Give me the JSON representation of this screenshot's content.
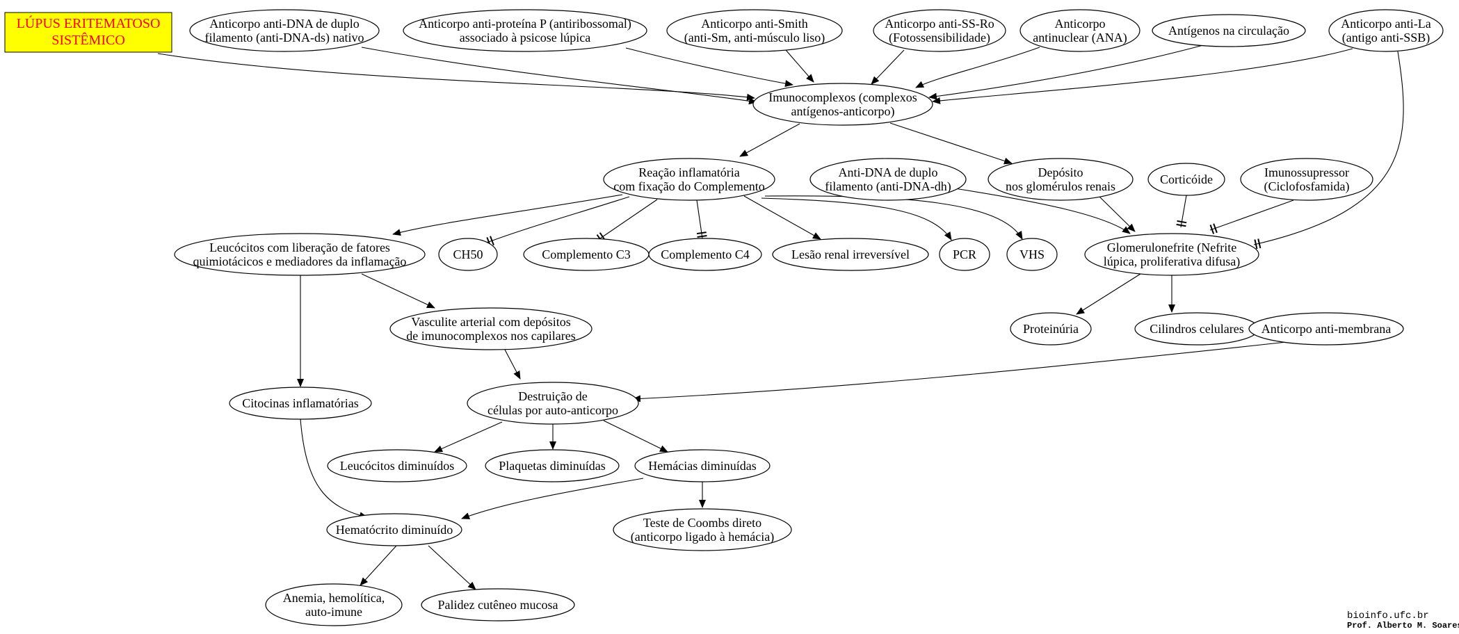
{
  "title": {
    "line1": "LÚPUS ERITEMATOSO",
    "line2": "SISTÊMICO",
    "fill": "#ffff00",
    "text_color": "#ff0000"
  },
  "nodes": {
    "anti_dna_ds": [
      "Anticorpo anti-DNA de duplo",
      "filamento (anti-DNA-ds) nativo"
    ],
    "anti_p": [
      "Anticorpo anti-proteína P (antiribossomal)",
      "associado à psicose lúpica"
    ],
    "anti_smith": [
      "Anticorpo anti-Smith",
      "(anti-Sm, anti-músculo liso)"
    ],
    "anti_ssro": [
      "Anticorpo anti-SS-Ro",
      "(Fotossensibilidade)"
    ],
    "ana": [
      "Anticorpo",
      "antinuclear (ANA)"
    ],
    "antigenos": [
      "Antígenos na circulação"
    ],
    "anti_la": [
      "Anticorpo anti-La",
      "(antigo anti-SSB)"
    ],
    "imunocomplexos": [
      "Imunocomplexos (complexos",
      "antígenos-anticorpo)"
    ],
    "reacao": [
      "Reação inflamatória",
      "com fixação do Complemento"
    ],
    "anti_dna_dh": [
      "Anti-DNA de duplo",
      "filamento (anti-DNA-dh)"
    ],
    "deposito": [
      "Depósito",
      "nos glomérulos renais"
    ],
    "corticoide": [
      "Corticóide"
    ],
    "imunossupressor": [
      "Imunossupressor",
      "(Ciclofosfamida)"
    ],
    "leucocitos_lib": [
      "Leucócitos com liberação de fatores",
      "quimiotácicos e mediadores da inflamação"
    ],
    "ch50": [
      "CH50"
    ],
    "c3": [
      "Complemento C3"
    ],
    "c4": [
      "Complemento C4"
    ],
    "lesao": [
      "Lesão renal irreversível"
    ],
    "pcr": [
      "PCR"
    ],
    "vhs": [
      "VHS"
    ],
    "glomerulonefrite": [
      "Glomerulonefrite (Nefrite",
      "lúpica, proliferativa difusa)"
    ],
    "proteinuria": [
      "Proteinúria"
    ],
    "cilindros": [
      "Cilindros celulares"
    ],
    "anti_membrana": [
      "Anticorpo anti-membrana"
    ],
    "vasculite": [
      "Vasculite arterial com depósitos",
      "de imunocomplexos nos capilares"
    ],
    "citocinas": [
      "Citocinas inflamatórias"
    ],
    "destruicao": [
      "Destruição de",
      "células por auto-anticorpo"
    ],
    "leucocitos_dim": [
      "Leucócitos diminuídos"
    ],
    "plaquetas": [
      "Plaquetas diminuídas"
    ],
    "hemacias": [
      "Hemácias diminuídas"
    ],
    "coombs": [
      "Teste de Coombs direto",
      "(anticorpo ligado à hemácia)"
    ],
    "hematocrito": [
      "Hematócrito diminuído"
    ],
    "anemia": [
      "Anemia, hemolítica,",
      "auto-imune"
    ],
    "palidez": [
      "Palidez cutêneo mucosa"
    ]
  },
  "credits": {
    "site": "bioinfo.ufc.br",
    "author": "Prof. Alberto M. Soares"
  }
}
